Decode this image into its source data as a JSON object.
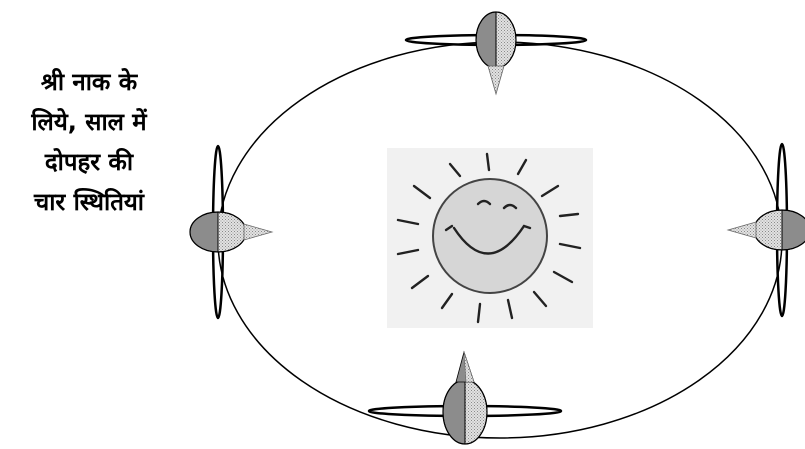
{
  "caption": {
    "lines": [
      "श्री नाक के",
      "लिये, साल में",
      "दोपहर की",
      "चार स्थितियां"
    ]
  },
  "colors": {
    "dark_fill": "#8c8c8c",
    "light_fill": "#d4d4d4",
    "stroke": "#000000",
    "sun_fill": "#d6d6d6"
  },
  "icons": {
    "sun": "smiling-sun-icon",
    "position": "earth-nose-icon"
  }
}
